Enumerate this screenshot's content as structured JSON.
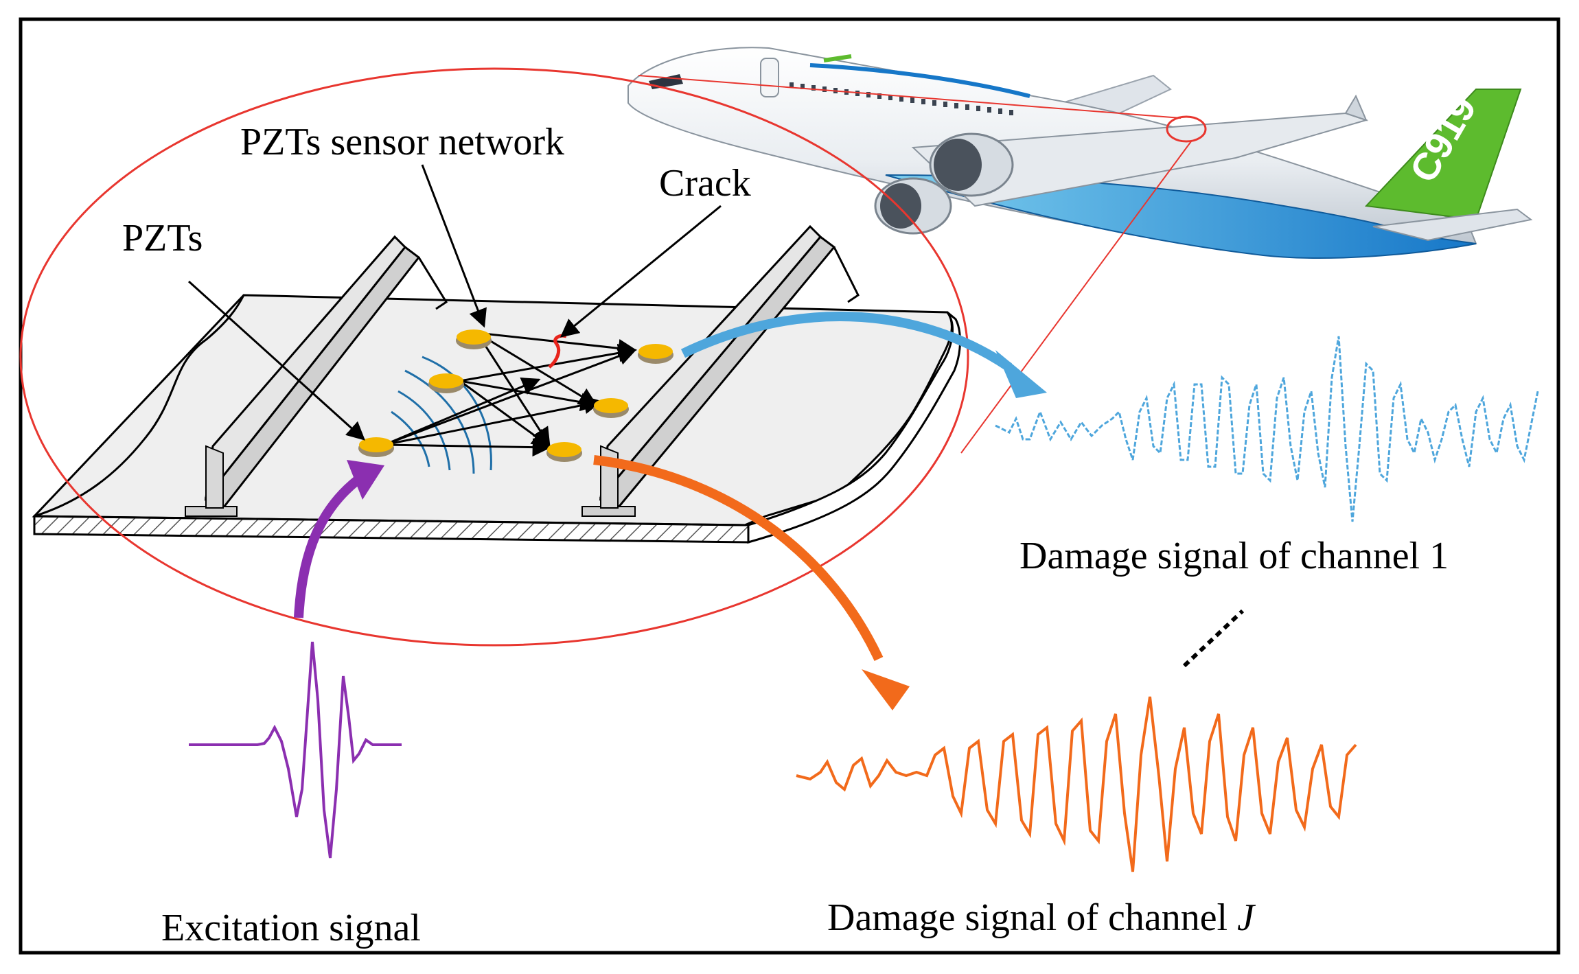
{
  "labels": {
    "pzt_network": "PZTs sensor network",
    "crack": "Crack",
    "pzts": "PZTs",
    "excitation": "Excitation signal",
    "damage_1": "Damage signal of channel 1",
    "damage_j_prefix": "Damage signal of channel ",
    "damage_j_italic": "J",
    "aircraft_model": "C919"
  },
  "colors": {
    "excitation": "#8b2fb0",
    "channel_1": "#4ea6dc",
    "channel_j": "#f26a1b",
    "ellipse": "#e8362f",
    "crack": "#e8241c",
    "pzt_fill": "#f5b800",
    "pzt_rim": "#9a8a6a",
    "aircraft_blue": "#1677c8",
    "aircraft_green": "#5dbb2e"
  }
}
